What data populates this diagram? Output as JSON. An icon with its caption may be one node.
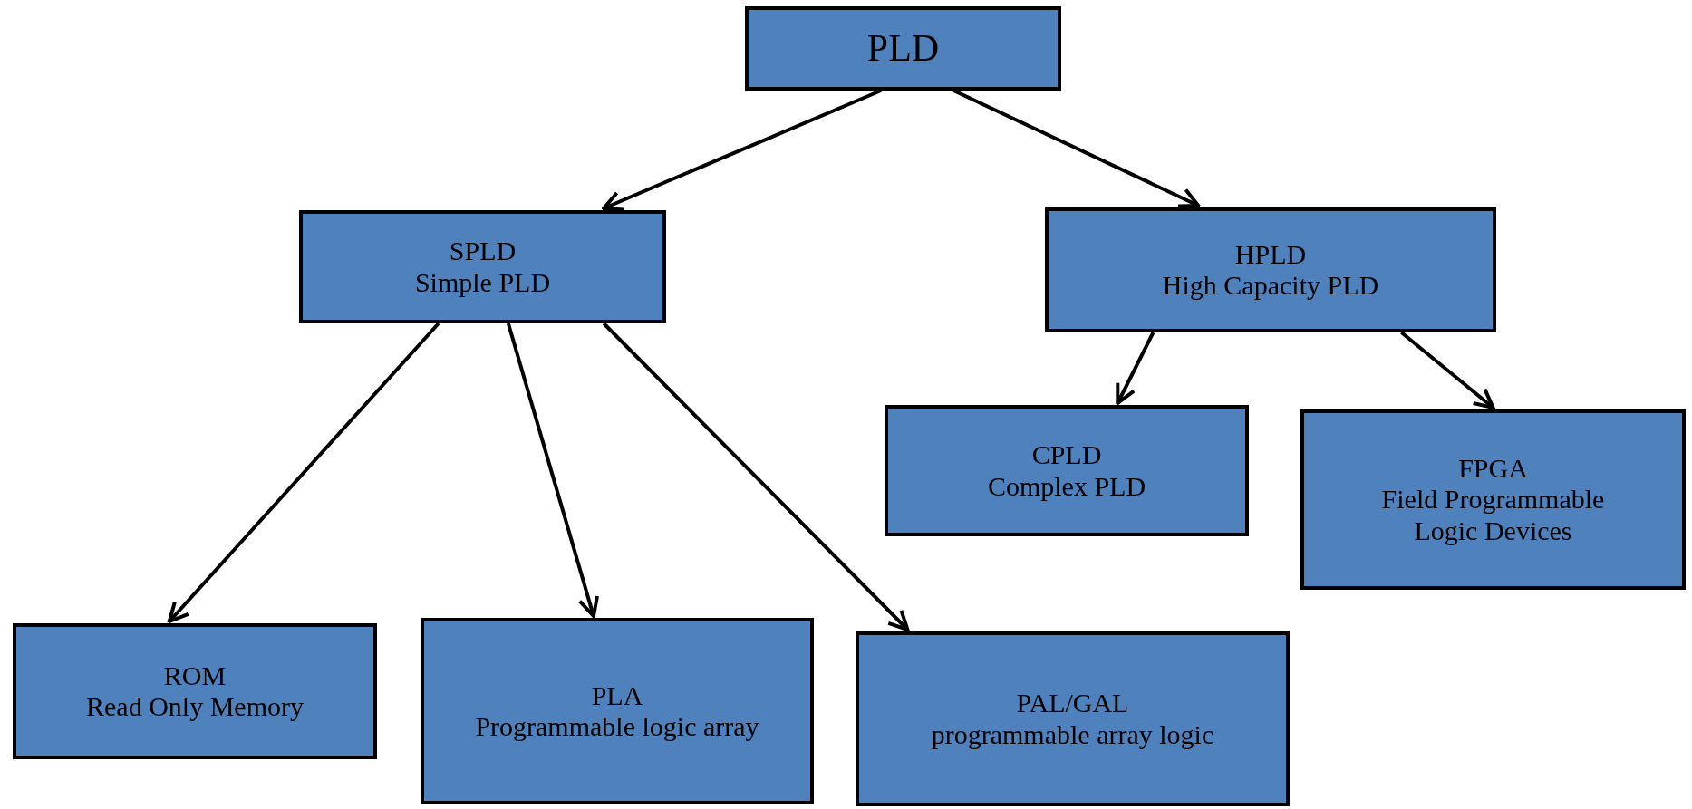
{
  "diagram": {
    "nodes": [
      {
        "text": [
          "PLD"
        ]
      },
      {
        "text": [
          "SPLD",
          "Simple PLD"
        ]
      },
      {
        "text": [
          "HPLD",
          "High Capacity PLD"
        ]
      },
      {
        "text": [
          "CPLD",
          "Complex PLD"
        ]
      },
      {
        "text": [
          "FPGA",
          "Field Programmable Logic Devices"
        ]
      },
      {
        "text": [
          "ROM",
          "Read Only Memory"
        ]
      },
      {
        "text": [
          "PLA",
          "Programmable logic array"
        ]
      },
      {
        "text": [
          "PAL/GAL",
          "programmable array logic"
        ]
      }
    ],
    "edges": [
      {
        "from": 0,
        "to": 1,
        "arrow": "to"
      },
      {
        "from": 0,
        "to": 2,
        "arrow": "to"
      },
      {
        "from": 1,
        "to": 5,
        "arrow": "to"
      },
      {
        "from": 1,
        "to": 6,
        "arrow": "to"
      },
      {
        "from": 1,
        "to": 7,
        "arrow": "to"
      },
      {
        "from": 2,
        "to": 3,
        "arrow": "to"
      },
      {
        "from": 2,
        "to": 4,
        "arrow": "to"
      }
    ]
  }
}
